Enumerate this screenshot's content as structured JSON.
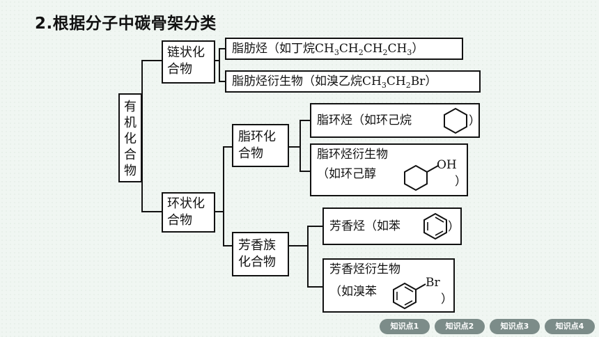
{
  "title": "2.根据分子中碳骨架分类",
  "root": [
    "有",
    "机",
    "化",
    "合",
    "物"
  ],
  "chain": {
    "label1": "链状化",
    "label2": "合物",
    "hydrocarbon_prefix": "脂肪烃（如丁烷",
    "hydrocarbon_suffix": "）",
    "derivative_prefix": "脂肪烃衍生物（如溴乙烷",
    "derivative_suffix": "）"
  },
  "ring": {
    "label1": "环状化",
    "label2": "合物",
    "alicyclic": {
      "label1": "脂环化",
      "label2": "合物",
      "hydrocarbon_prefix": "脂环烃（如环己烷",
      "hydrocarbon_suffix": "）",
      "derivative_line1": "脂环烃衍生物",
      "derivative_line2": "（如环己醇",
      "derivative_close": "）",
      "oh_label": "OH"
    },
    "aromatic": {
      "label1": "芳香族",
      "label2": "化合物",
      "hydrocarbon_prefix": "芳香烃（如苯",
      "hydrocarbon_suffix": "）",
      "derivative_line1": "芳香烃衍生物",
      "derivative_line2": "（如溴苯",
      "derivative_close": "）",
      "br_label": "Br"
    }
  },
  "nav": [
    "知识点1",
    "知识点2",
    "知识点3",
    "知识点4"
  ]
}
